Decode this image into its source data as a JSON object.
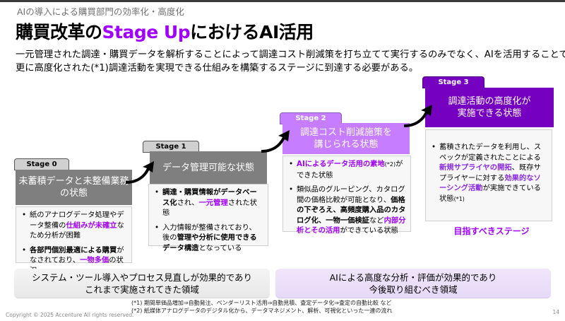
{
  "header": {
    "subtitle": "AIの導入による購買部門の効率化・高度化",
    "title_pre": "購買改革の",
    "title_accent": "Stage Up",
    "title_post": "におけるAI活用",
    "lead_line1": "一元管理された調達・購買データを解析することによって調達コスト削減策を打ち立てて実行するのみでなく、AIを活用することで",
    "lead_line2": "更に高度化された(*1)調達活動を実現できる仕組みを構築するステージに到達する必要がある。"
  },
  "colors": {
    "accent": "#a100ff",
    "stage0_head": "#7f7f7f",
    "stage1_head": "#7f7f7f",
    "stage2_head": "#c77dff",
    "stage3_head": "#7500c0",
    "tab_gray": "#d0d0d0",
    "tab_stage2": "#c77dff",
    "tab_stage3": "#7500c0"
  },
  "stages": [
    {
      "tab": "Stage 0",
      "heading": "未蓄積データと未整備業務の状態",
      "bullets": [
        {
          "parts": [
            {
              "t": "紙のアナログデータ処理やデータ整備の",
              "s": "n"
            },
            {
              "t": "仕組みが未確立",
              "s": "p"
            },
            {
              "t": "なため分析が困難",
              "s": "n"
            }
          ]
        },
        {
          "parts": [
            {
              "t": "各部門個別最適による購買",
              "s": "b"
            },
            {
              "t": "がなされており、",
              "s": "n"
            },
            {
              "t": "一物多価",
              "s": "p"
            },
            {
              "t": "の状況",
              "s": "n"
            }
          ]
        }
      ]
    },
    {
      "tab": "Stage 1",
      "heading": "データ管理可能な状態",
      "bullets": [
        {
          "parts": [
            {
              "t": "調達・購買情報がデータベース化",
              "s": "b"
            },
            {
              "t": "され、",
              "s": "n"
            },
            {
              "t": "一元管理",
              "s": "p"
            },
            {
              "t": "された状態",
              "s": "n"
            }
          ]
        },
        {
          "parts": [
            {
              "t": "入力情報が整備されており、後の",
              "s": "n"
            },
            {
              "t": "管理や分析に使用できるデータ構造",
              "s": "b"
            },
            {
              "t": "となっている",
              "s": "n"
            }
          ]
        }
      ]
    },
    {
      "tab": "Stage 2",
      "heading": "調達コスト削減施策を講じられる状態",
      "bullets": [
        {
          "parts": [
            {
              "t": "AIによるデータ活用の素地",
              "s": "p"
            },
            {
              "t": "(*2)",
              "s": "sup"
            },
            {
              "t": "ができた状態",
              "s": "n"
            }
          ]
        },
        {
          "parts": [
            {
              "t": "類似品のグルーピング、カタログ間の価格比較が可能となり、",
              "s": "n"
            },
            {
              "t": "価格の下ぞろえ、高頻度購入品のカタログ化、一物一価検証",
              "s": "b"
            },
            {
              "t": "など",
              "s": "n"
            },
            {
              "t": "内部分析とその活用",
              "s": "p"
            },
            {
              "t": "ができている状態",
              "s": "n"
            }
          ]
        }
      ]
    },
    {
      "tab": "Stage 3",
      "heading": "調達活動の高度化が実施できる状態",
      "bullets": [
        {
          "parts": [
            {
              "t": "蓄積されたデータを利用し、スペックが定義されたことによる",
              "s": "n"
            },
            {
              "t": "新規サプライヤの開拓",
              "s": "pd"
            },
            {
              "t": "、既存サプライヤーに対する",
              "s": "n"
            },
            {
              "t": "効果的なソーシング活動",
              "s": "pd"
            },
            {
              "t": "が実施できている状態",
              "s": "n"
            },
            {
              "t": "(*1)",
              "s": "sup"
            }
          ]
        }
      ]
    }
  ],
  "stage0": {
    "tab": "Stage 0",
    "heading_l1": "未蓄積データと未整備業務",
    "heading_l2": "の状態"
  },
  "stage1": {
    "tab": "Stage 1",
    "heading_l1": "データ管理可能な状態"
  },
  "stage2": {
    "tab": "Stage 2",
    "heading_l1": "調達コスト削減施策を",
    "heading_l2": "講じられる状態"
  },
  "stage3": {
    "tab": "Stage 3",
    "heading_l1": "調達活動の高度化が",
    "heading_l2": "実施できる状態"
  },
  "goal_label": "目指すべきステージ",
  "bands": {
    "left_l1": "システム・ツール導入やプロセス見直しが効果的であり",
    "left_l2": "これまで実施されてきた領域",
    "right_l1": "AIによる高度な分析・評価が効果的であり",
    "right_l2": "今後取り組むべき領域"
  },
  "notes": {
    "n1": "(*1) 期間単価品増加⇒自動発注、ベンダーリスト活用⇒自動見積、査定データ化⇒査定の自動比較 など",
    "n2": "(*2) 紙媒体アナログデータのデジタル化から、データマネジメント、解析、可視化といった一連の流れ"
  },
  "footer": {
    "copyright": "Copyright © 2025 Accenture  All rights reserved.",
    "page_number": "14"
  }
}
